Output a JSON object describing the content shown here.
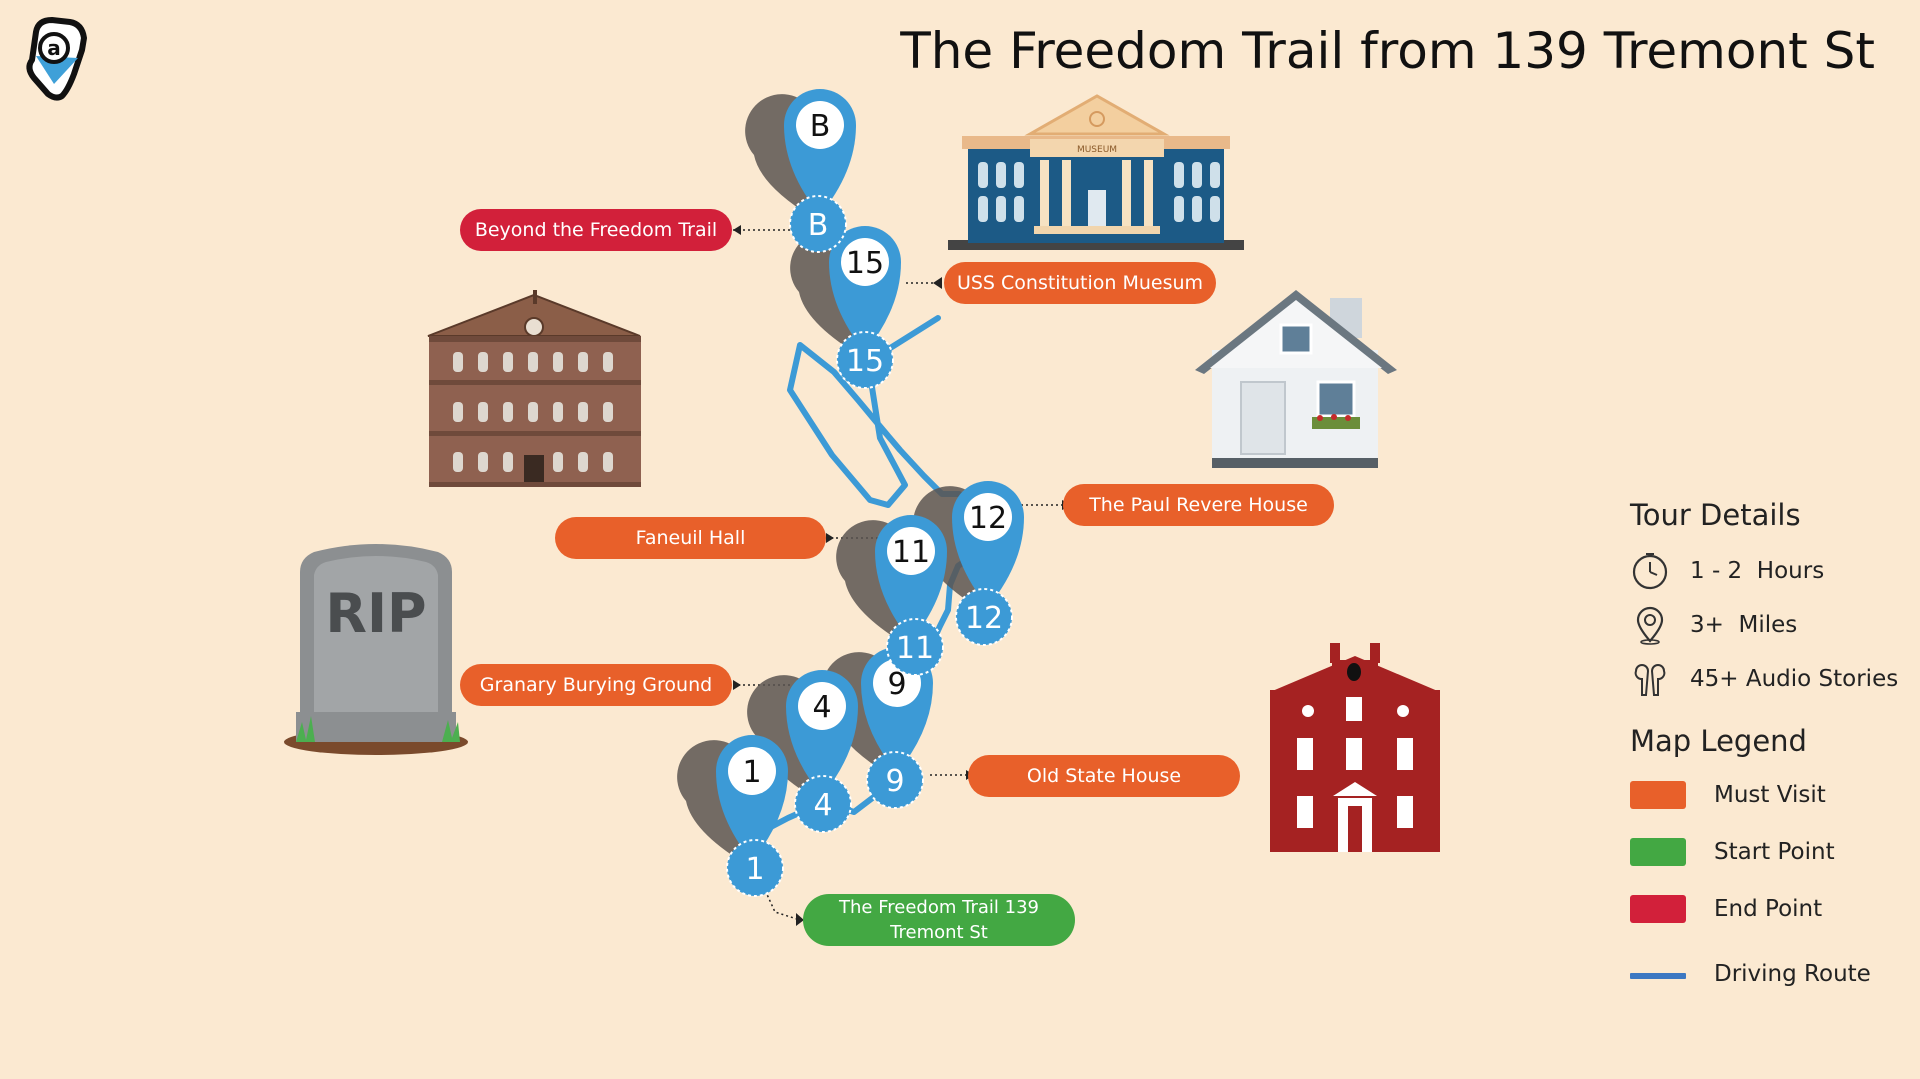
{
  "title": "The Freedom Trail from 139 Tremont St",
  "colors": {
    "must_visit": "#e8602a",
    "start_point": "#43a843",
    "end_point": "#d2203a",
    "route": "#3c9ad6",
    "pin": "#3c9ad6"
  },
  "stops": [
    {
      "label": "The Freedom Trail 139 Tremont St",
      "marker": "1",
      "kind": "start_point",
      "illustration": ""
    },
    {
      "label": "Granary Burying Ground",
      "marker": "4",
      "kind": "must_visit",
      "illustration": "tombstone-icon"
    },
    {
      "label": "Old State House",
      "marker": "9",
      "kind": "must_visit",
      "illustration": "red-building-icon"
    },
    {
      "label": "Faneuil Hall",
      "marker": "11",
      "kind": "must_visit",
      "illustration": "brick-hall-icon"
    },
    {
      "label": "The Paul Revere House",
      "marker": "12",
      "kind": "must_visit",
      "illustration": "house-icon"
    },
    {
      "label": "USS Constitution Muesum",
      "marker": "15",
      "kind": "must_visit",
      "illustration": "museum-icon"
    },
    {
      "label": "Beyond the Freedom Trail",
      "marker": "B",
      "kind": "end_point",
      "illustration": ""
    }
  ],
  "museum_sign": "MUSEUM",
  "tombstone_text": "RIP",
  "tour_details": {
    "heading": "Tour Details",
    "items": [
      {
        "icon": "clock-icon",
        "text": "1 - 2  Hours"
      },
      {
        "icon": "location-pin-icon",
        "text": "3+  Miles"
      },
      {
        "icon": "earbuds-icon",
        "text": "45+ Audio Stories"
      }
    ]
  },
  "map_legend": {
    "heading": "Map Legend",
    "items": [
      {
        "color_key": "must_visit",
        "text": "Must Visit",
        "style": "swatch"
      },
      {
        "color_key": "start_point",
        "text": "Start Point",
        "style": "swatch"
      },
      {
        "color_key": "end_point",
        "text": "End Point",
        "style": "swatch"
      },
      {
        "color_key": "route",
        "text": "Driving Route",
        "style": "line"
      }
    ]
  },
  "logo": {
    "glyph": "a"
  }
}
